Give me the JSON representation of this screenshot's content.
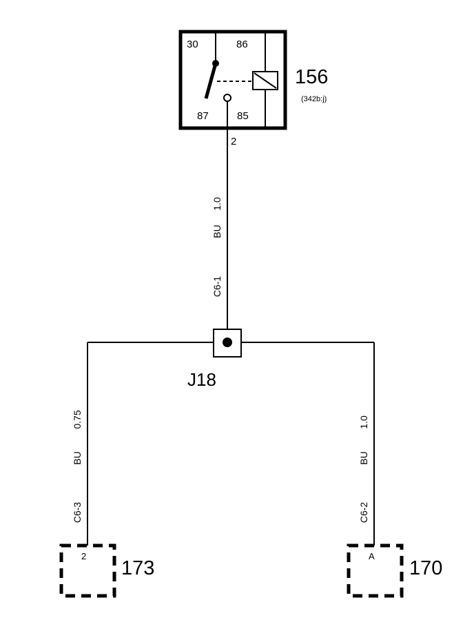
{
  "relay": {
    "id": "156",
    "ref": "(342b:j)",
    "pins": {
      "p30": "30",
      "p86": "86",
      "p87": "87",
      "p85": "85"
    },
    "output_pin": "2"
  },
  "wire_top": {
    "size": "1.0",
    "color": "BU",
    "connector": "C6-1"
  },
  "splice": {
    "id": "J18"
  },
  "wire_left": {
    "size": "0.75",
    "color": "BU",
    "connector": "C6-3"
  },
  "wire_right": {
    "size": "1.0",
    "color": "BU",
    "connector": "C6-2"
  },
  "component_left": {
    "id": "173",
    "pin": "2"
  },
  "component_right": {
    "id": "170",
    "pin": "A"
  }
}
